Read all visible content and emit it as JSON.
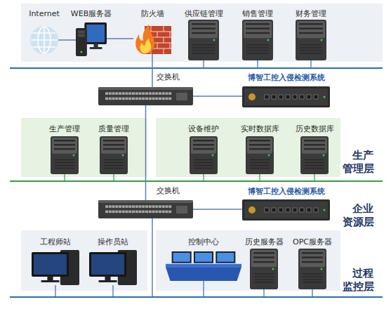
{
  "diagram": {
    "nodes": [
      {
        "text": [
          "企业资源层"
        ]
      },
      {
        "text": [
          "Internet"
        ],
        "in": 0
      },
      {
        "text": [
          "WEB服务器"
        ],
        "in": 0
      },
      {
        "text": [
          "防火墙"
        ],
        "in": 0
      },
      {
        "text": [
          "供应链管理"
        ],
        "in": 0
      },
      {
        "text": [
          "销售管理"
        ],
        "in": 0
      },
      {
        "text": [
          "财务管理"
        ],
        "in": 0
      },
      {
        "text": [
          "交换机"
        ]
      },
      {
        "text": [
          "博智工控入侵检测系统"
        ]
      },
      {
        "text": [
          "生产管理"
        ]
      },
      {
        "text": [
          "质量管理"
        ]
      },
      {
        "text": [
          "设备维护"
        ]
      },
      {
        "text": [
          "实时数据库"
        ]
      },
      {
        "text": [
          "历史数据库"
        ]
      },
      {
        "text": [
          "交换机"
        ]
      },
      {
        "text": [
          "博智工控入侵检测系统"
        ]
      },
      {
        "text": [
          "工程师站"
        ]
      },
      {
        "text": [
          "操作员站"
        ]
      },
      {
        "text": [
          "控制中心"
        ]
      },
      {
        "text": [
          "历史服务器"
        ]
      },
      {
        "text": [
          "OPC服务器"
        ]
      }
    ],
    "edges": [
      {
        "from": 1,
        "to": 2,
        "arrow": "none"
      },
      {
        "from": 2,
        "to": 3,
        "arrow": "none"
      },
      {
        "from": 3,
        "to": 7,
        "arrow": "none"
      },
      {
        "from": 7,
        "to": 8,
        "arrow": "none"
      },
      {
        "from": 7,
        "to": 14,
        "arrow": "none"
      },
      {
        "from": 14,
        "to": 15,
        "arrow": "none"
      }
    ],
    "labels": [
      "生产管理层",
      "过程监控层"
    ]
  }
}
